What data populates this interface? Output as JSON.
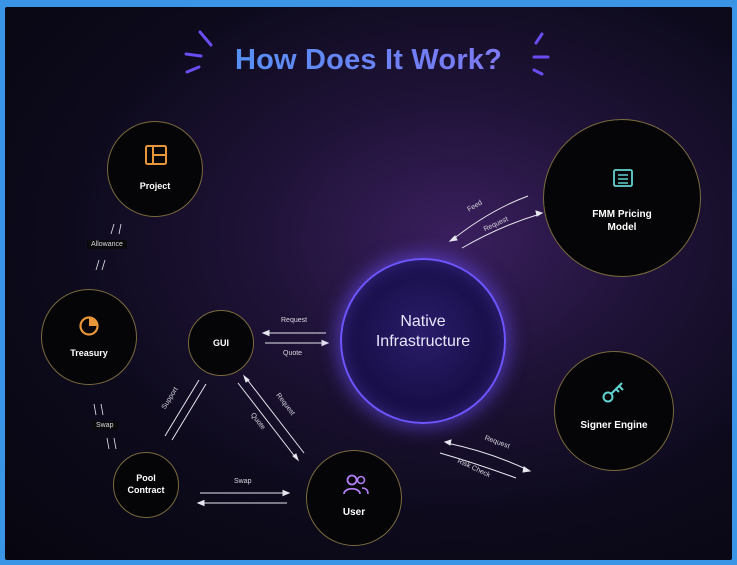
{
  "title": "How Does It Work?",
  "center": {
    "label": "Native\nInfrastructure"
  },
  "nodes": {
    "project": "Project",
    "treasury": "Treasury",
    "gui": "GUI",
    "pool_contract": "Pool\nContract",
    "user": "User",
    "fmm": "FMM Pricing\nModel",
    "signer": "Signer Engine"
  },
  "edges": {
    "allowance": "Allowance",
    "swap_left": "Swap",
    "request_gui": "Request",
    "quote_gui": "Quote",
    "support": "Support",
    "request_user": "Request",
    "quote_user": "Quote",
    "swap_bottom": "Swap",
    "feed": "Feed",
    "request_fmm": "Request",
    "request_signer": "Request",
    "risk_check": "Risk Check"
  },
  "icons": {
    "project": "layout-icon",
    "treasury": "pie-chart-icon",
    "user": "users-icon",
    "fmm": "newspaper-icon",
    "signer": "key-icon"
  },
  "colors": {
    "title_gradient": [
      "#34a9f7",
      "#a36cf0"
    ],
    "accent_orange": "#e8963a",
    "accent_purple": "#b07cf3",
    "accent_teal": "#62d3d0",
    "native_border": "#6d55ff",
    "frame_border": "#3b95e6"
  }
}
